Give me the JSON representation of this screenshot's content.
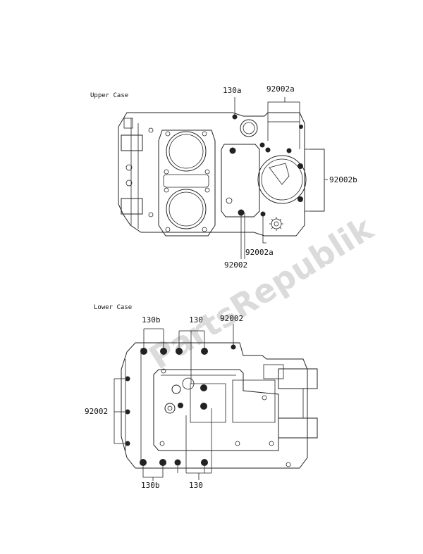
{
  "sections": {
    "upper_title": "Upper Case",
    "lower_title": "Lower Case"
  },
  "watermark": "PartsRepublik",
  "callouts": {
    "upper_130a": "130a",
    "upper_92002a_top": "92002a",
    "upper_92002b": "92002b",
    "upper_92002a_bottom": "92002a",
    "upper_92002": "92002",
    "lower_130b_top": "130b",
    "lower_130_top": "130",
    "lower_92002_top": "92002",
    "lower_92002_left": "92002",
    "lower_130b_bottom": "130b",
    "lower_130_bottom": "130"
  },
  "icons": {
    "gear": "gear-icon"
  }
}
